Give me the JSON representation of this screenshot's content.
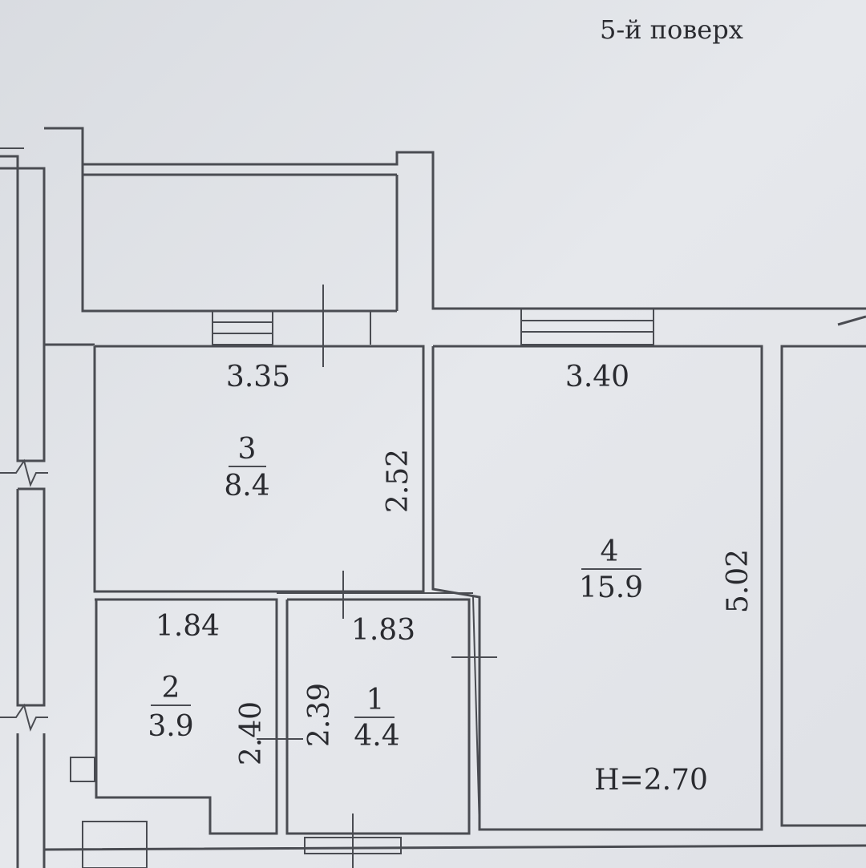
{
  "floor_label": "5-й поверх",
  "ceiling_height": "H=2.70",
  "rooms": [
    {
      "number": "1",
      "area": "4.4",
      "width": "1.83",
      "length": "2.39"
    },
    {
      "number": "2",
      "area": "3.9",
      "width": "1.84",
      "length": "2.40"
    },
    {
      "number": "3",
      "area": "8.4",
      "width": "3.35",
      "length": "2.52"
    },
    {
      "number": "4",
      "area": "15.9",
      "width": "3.40",
      "length": "5.02"
    }
  ],
  "colors": {
    "paper": "#e3e5e9",
    "ink": "#2a2b30",
    "wall": "#4a4c52"
  }
}
